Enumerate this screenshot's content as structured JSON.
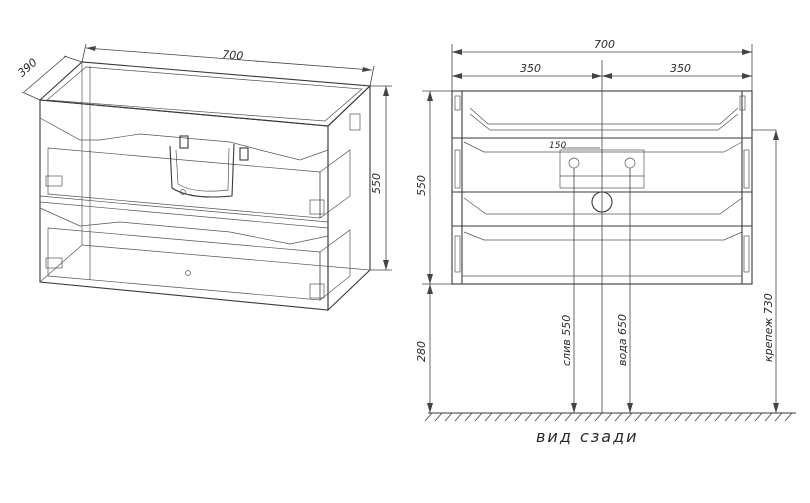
{
  "iso_view": {
    "width_label": "700",
    "depth_label": "390",
    "height_label": "550"
  },
  "rear_view": {
    "total_width_label": "700",
    "left_half_label": "350",
    "right_half_label": "350",
    "height_label": "550",
    "offset_label": "150",
    "floor_gap_label": "280",
    "drain_label": "слив 550",
    "water_label": "вода 650",
    "mount_label": "крепеж 730",
    "caption": "вид сзади"
  }
}
